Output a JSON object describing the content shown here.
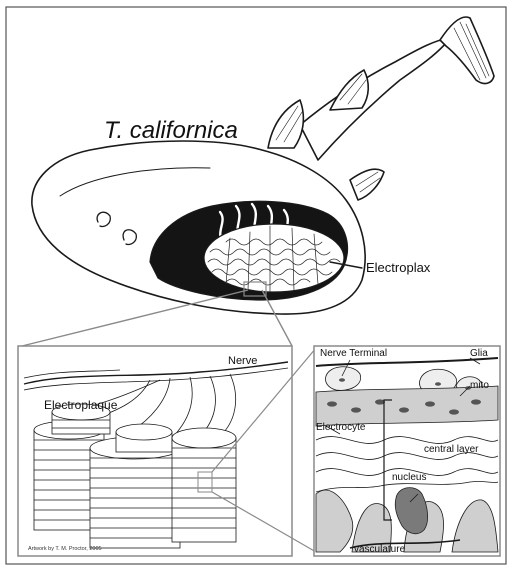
{
  "figure": {
    "species_title": "T. californica",
    "main_labels": {
      "electroplax": "Electroplax"
    },
    "left_inset": {
      "nerve": "Nerve",
      "electroplaque": "Electroplaque",
      "credit": "Artwork by T. M. Proctor, 2005"
    },
    "right_inset": {
      "nerve_terminal": "Nerve Terminal",
      "glia": "Glia",
      "mito": "mito",
      "electrocyte": "Electrocyte",
      "central_layer": "central layer",
      "nucleus": "nucleus",
      "vasculature": "vasculature"
    }
  },
  "colors": {
    "line": "#1a1a1a",
    "frame": "#8a8a8a",
    "shade": "#cfcfcf",
    "nucleus": "#7a7a7a"
  }
}
